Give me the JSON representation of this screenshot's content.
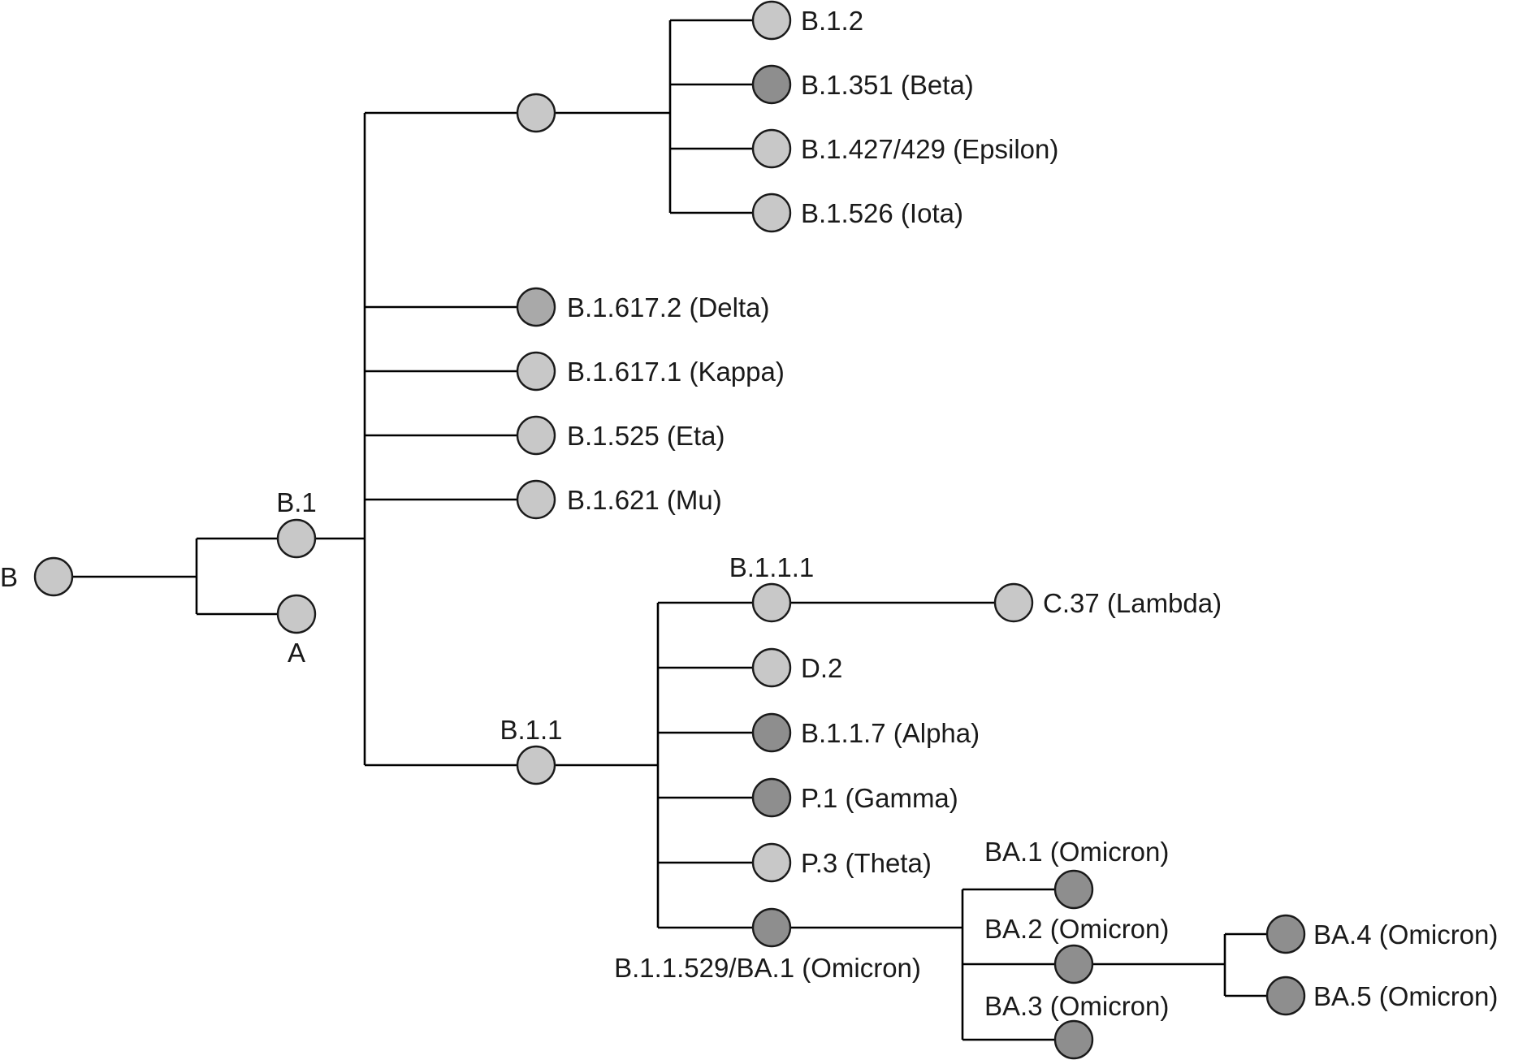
{
  "colors": {
    "light": "#c8c8c8",
    "medium": "#a9a9a9",
    "dark": "#8e8e8e"
  },
  "labels": {
    "root_b": "B",
    "node_a": "A",
    "node_b1": "B.1",
    "b12": "B.1.2",
    "b1351": "B.1.351 (Beta)",
    "b1427": "B.1.427/429 (Epsilon)",
    "b1526": "B.1.526 (Iota)",
    "b16172": "B.1.617.2 (Delta)",
    "b16171": "B.1.617.1 (Kappa)",
    "b1525": "B.1.525 (Eta)",
    "b1621": "B.1.621 (Mu)",
    "b11": "B.1.1",
    "b111": "B.1.1.1",
    "c37": "C.37 (Lambda)",
    "d2": "D.2",
    "b117": "B.1.1.7 (Alpha)",
    "p1": "P.1 (Gamma)",
    "p3": "P.3 (Theta)",
    "b11529": "B.1.1.529/BA.1 (Omicron)",
    "ba1": "BA.1 (Omicron)",
    "ba2": "BA.2 (Omicron)",
    "ba3": "BA.3 (Omicron)",
    "ba4": "BA.4 (Omicron)",
    "ba5": "BA.5 (Omicron)"
  },
  "node_shades": {
    "root_b": "light",
    "node_a": "light",
    "node_b1": "light",
    "b1_sub": "light",
    "b12": "light",
    "b1351": "dark",
    "b1427": "light",
    "b1526": "light",
    "b16172": "medium",
    "b16171": "light",
    "b1525": "light",
    "b1621": "light",
    "b11": "light",
    "b111": "light",
    "c37": "light",
    "d2": "light",
    "b117": "dark",
    "p1": "dark",
    "p3": "light",
    "b11529": "dark",
    "ba1": "dark",
    "ba2": "dark",
    "ba3": "dark",
    "ba4": "dark",
    "ba5": "dark"
  }
}
